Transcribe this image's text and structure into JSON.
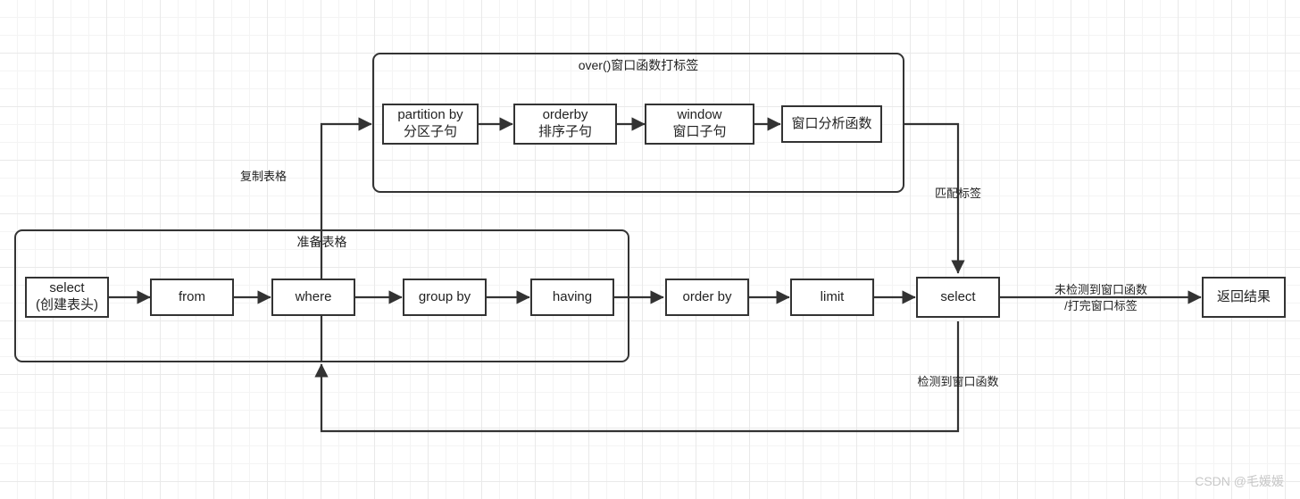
{
  "diagram": {
    "title_watermark": "CSDN @毛媛媛",
    "groups": [
      {
        "id": "over-group",
        "title": "over()窗口函数打标签"
      },
      {
        "id": "prepare-group",
        "title": "准备表格"
      }
    ],
    "nodes": {
      "select_header_l1": "select",
      "select_header_l2": "(创建表头)",
      "from": "from",
      "where": "where",
      "group_by": "group by",
      "having": "having",
      "order_by": "order by",
      "limit": "limit",
      "select2": "select",
      "return_result": "返回结果",
      "partition_by_l1": "partition by",
      "partition_by_l2": "分区子句",
      "orderby_l1": "orderby",
      "orderby_l2": "排序子句",
      "window_l1": "window",
      "window_l2": "窗口子句",
      "window_func": "窗口分析函数"
    },
    "edge_labels": {
      "copy_table": "复制表格",
      "match_tag": "匹配标签",
      "no_window_fn_l1": "未检测到窗口函数",
      "no_window_fn_l2": "/打完窗口标签",
      "detected_window_fn": "检测到窗口函数"
    },
    "colors": {
      "border": "#333333",
      "text": "#222222",
      "background": "#ffffff",
      "grid_minor": "#f4f4f4",
      "grid_major": "#e9e9e9",
      "watermark": "#c8c8c8"
    }
  }
}
